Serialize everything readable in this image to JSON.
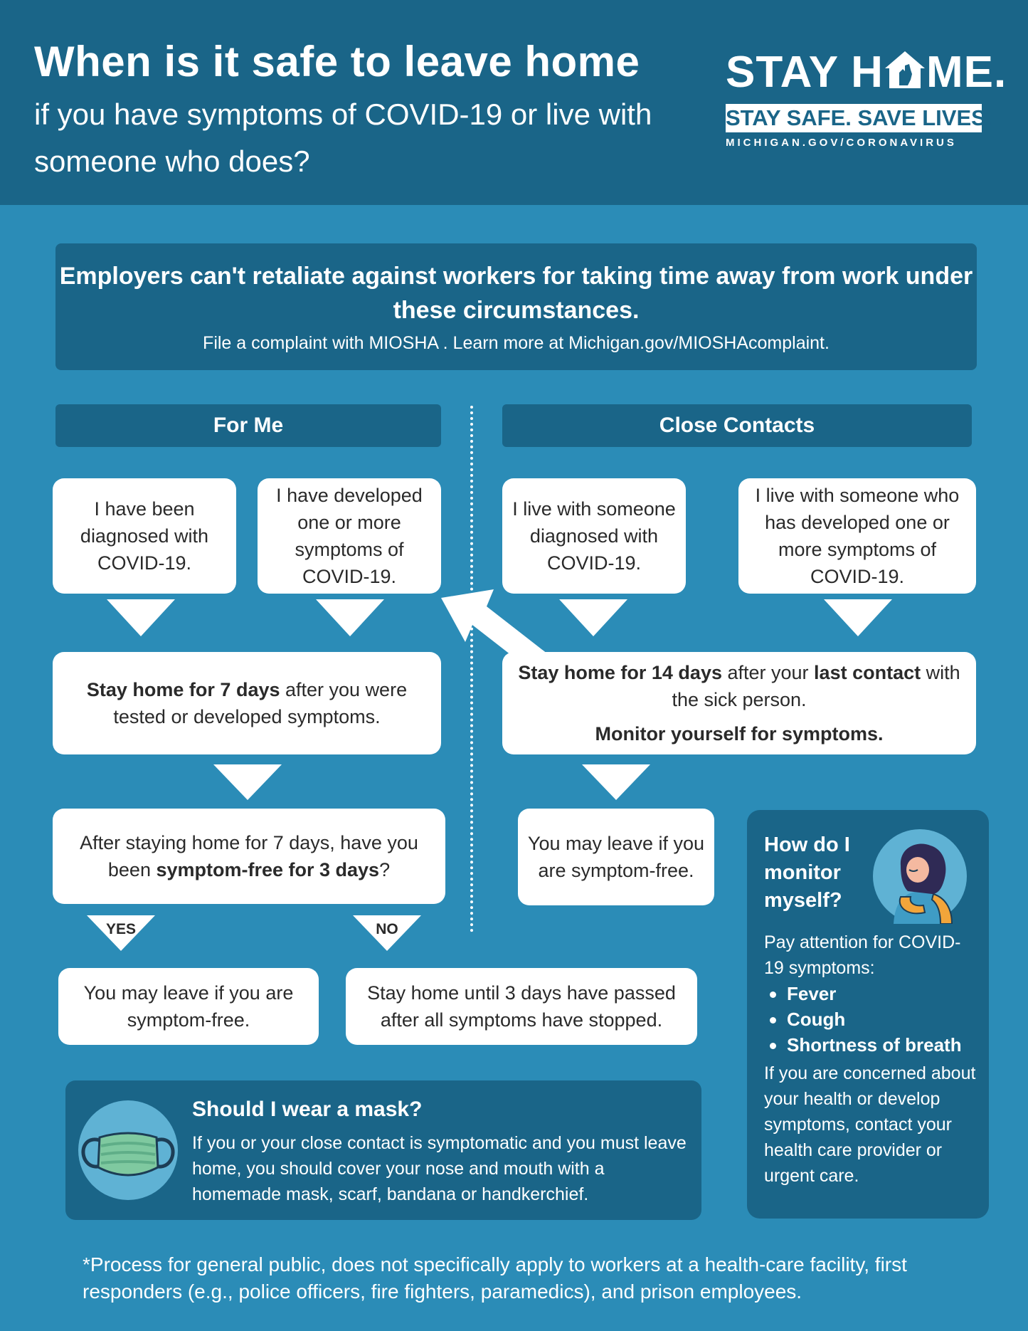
{
  "header": {
    "title": "When is it safe to leave home",
    "subtitle": "if you have symptoms of COVID-19 or live with someone who does?"
  },
  "logo": {
    "line1_a": "STAY H",
    "line1_b": "ME.",
    "line2": "STAY SAFE. SAVE LIVES.",
    "line3": "MICHIGAN.GOV/CORONAVIRUS",
    "icon": "michigan-house-icon"
  },
  "notice": {
    "heading": "Employers can't retaliate against workers for taking time away from work under these circumstances.",
    "sub": "File a complaint with MIOSHA . Learn more at Michigan.gov/MIOSHAcomplaint."
  },
  "columns": {
    "for_me": "For Me",
    "close_contacts": "Close Contacts"
  },
  "for_me": {
    "diagnosed": "I have been diagnosed with COVID-19.",
    "symptoms": "I have developed one or more symptoms of COVID-19.",
    "stay_bold": "Stay home for 7 days",
    "stay_rest": " after you were tested or developed symptoms.",
    "question_a": "After staying home for 7 days, have you been ",
    "question_bold": "symptom-free for 3 days",
    "question_b": "?",
    "yes": "YES",
    "no": "NO",
    "yes_result": "You may leave if you are symptom-free.",
    "no_result": "Stay home until 3 days have passed after all symptoms have stopped."
  },
  "close_contacts": {
    "diagnosed": "I live with someone diagnosed with COVID-19.",
    "symptoms": "I live with someone who has developed one or more symptoms of COVID-19.",
    "stay_bold": "Stay home for 14 days",
    "stay_mid": " after your ",
    "stay_bold2": "last contact",
    "stay_rest": " with the sick person.",
    "monitor": "Monitor yourself for symptoms.",
    "result": "You may leave if you are symptom-free."
  },
  "monitor_panel": {
    "title": "How do I monitor myself?",
    "intro": "Pay attention for COVID-19 symptoms:",
    "symptoms": [
      "Fever",
      "Cough",
      "Shortness of breath"
    ],
    "note": "If you are concerned about your health or develop symptoms, contact your health care provider or urgent care.",
    "icon": "coughing-person-icon"
  },
  "mask": {
    "title": "Should I wear a mask?",
    "text": "If you or your close contact is symptomatic and you must leave home, you should cover your nose and mouth with a homemade mask, scarf, bandana or handkerchief.",
    "icon": "face-mask-icon"
  },
  "footnote": "*Process for general public, does not specifically apply to workers at a health-care facility, first responders (e.g., police officers, fire fighters, paramedics), and prison employees.",
  "colors": {
    "background": "#2b8cb7",
    "dark_blue": "#1a6588",
    "box": "#ffffff",
    "mask_green": "#7fc9a0"
  }
}
